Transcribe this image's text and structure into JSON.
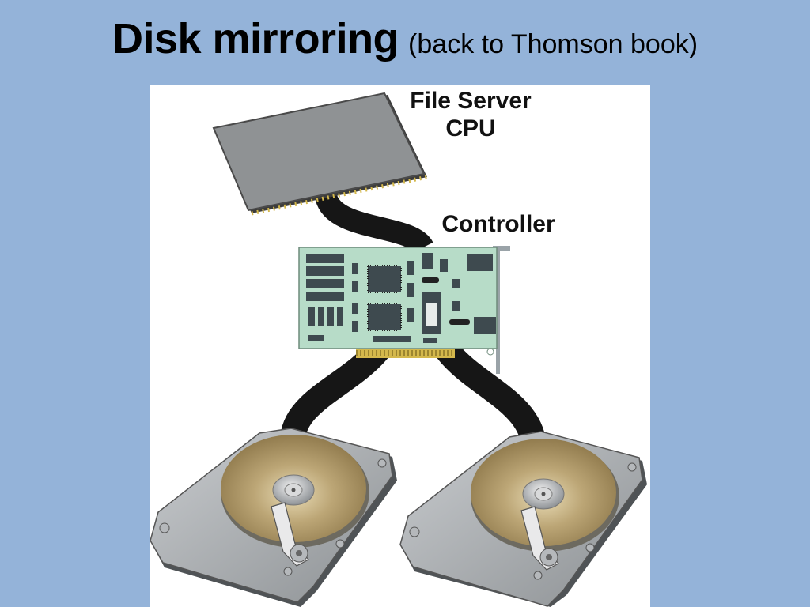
{
  "slide": {
    "title": "Disk mirroring",
    "subtitle": "(back to Thomson book)"
  },
  "labels": {
    "cpu_line1": "File Server",
    "cpu_line2": "CPU",
    "controller": "Controller"
  },
  "colors": {
    "background": "#94b3d9",
    "panel": "#ffffff",
    "cable": "#161616",
    "board": "#b7dcc8",
    "chip": "#3e4a4f",
    "pins": "#d4b84c",
    "platter": "#b8a172",
    "disk_case": "#a3a7aa"
  }
}
